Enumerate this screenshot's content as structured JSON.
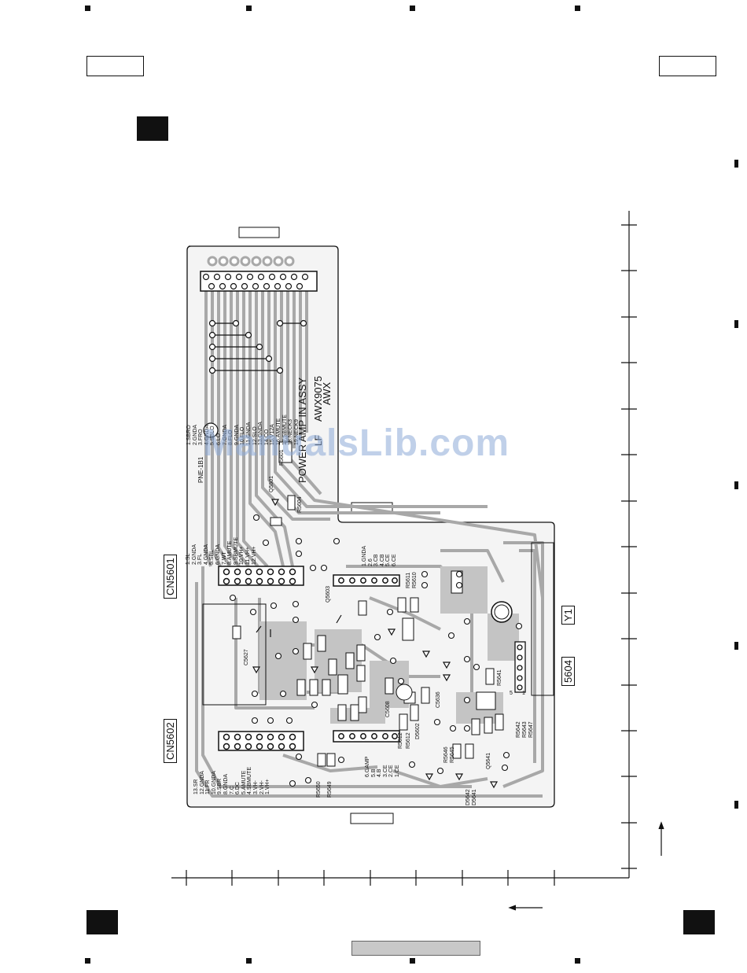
{
  "board": {
    "title": "POWER AMP IN ASSY",
    "part_number": "AWX9075",
    "alt_part": "AWX",
    "variant": "LF",
    "fuse_label": "PNE-1B1",
    "watermark": "ManualsLib.com"
  },
  "connectors": {
    "cn5601": "CN5601",
    "cn5602": "CN5602",
    "cn5604": "5604",
    "y1": "Y1"
  },
  "pins_top": [
    "1.SBRO",
    "2.GNDA",
    "3.FRO",
    "4.GNDA",
    "5.SBLO",
    "6.LO",
    "7.GNDA",
    "8.FLO",
    "9.GNDA",
    "10.FLO",
    "11.GNDA",
    "12.SLO",
    "13.GNDA",
    "14.CO",
    "15.V12A",
    "16.AMUTE",
    "17.SBMUTE",
    "18.NECK3",
    "19.NECK9"
  ],
  "pins_cn5601": [
    "1.SL",
    "2.GNDA",
    "3.FL",
    "4.GNDA",
    "5.SBL",
    "6.GNDA",
    "7.WT",
    "8.AMUTE",
    "9.SBMUTE",
    "10.VH+",
    "11.VH+",
    "12.VH+"
  ],
  "pins_cn5602": [
    "13.SR",
    "12.GNDA",
    "11.FR",
    "10.GNDA",
    "9.SBR",
    "8.GNDA",
    "7.C",
    "6.DC",
    "5.AMUTE",
    "4.SBMUTE",
    "3.VH-",
    "2.VH-",
    "1.VH+"
  ],
  "pins_mid": [
    "1.GNDA",
    "2.6",
    "3.CB",
    "4.CB",
    "5.CE",
    "6.CE"
  ],
  "pins_low": [
    "6.GAMP",
    "5.B",
    "4.B",
    "3.CE",
    "2.CE",
    "1.CE"
  ],
  "parts": {
    "r5601": "R5601",
    "q5601": "Q5601",
    "r5604": "R5604",
    "q5603": "Q5603",
    "r5611": "R5611",
    "r5610": "R5610",
    "c5627": "C5627",
    "c5608": "C5608",
    "c5636": "C5636",
    "r5612": "R5612",
    "d5602": "D5602",
    "r5641": "R5641",
    "r5646": "R5646",
    "r5645": "R5645",
    "q5641": "Q5641",
    "r5642": "R5642",
    "r5643": "R5643",
    "r5647": "R5647",
    "r5650": "R5650",
    "r5649": "R5649",
    "d5642": "D5642",
    "d5641": "D5641",
    "r5612a": "R5612"
  },
  "small_labels": {
    "pin5": "5",
    "pin1": "1"
  }
}
